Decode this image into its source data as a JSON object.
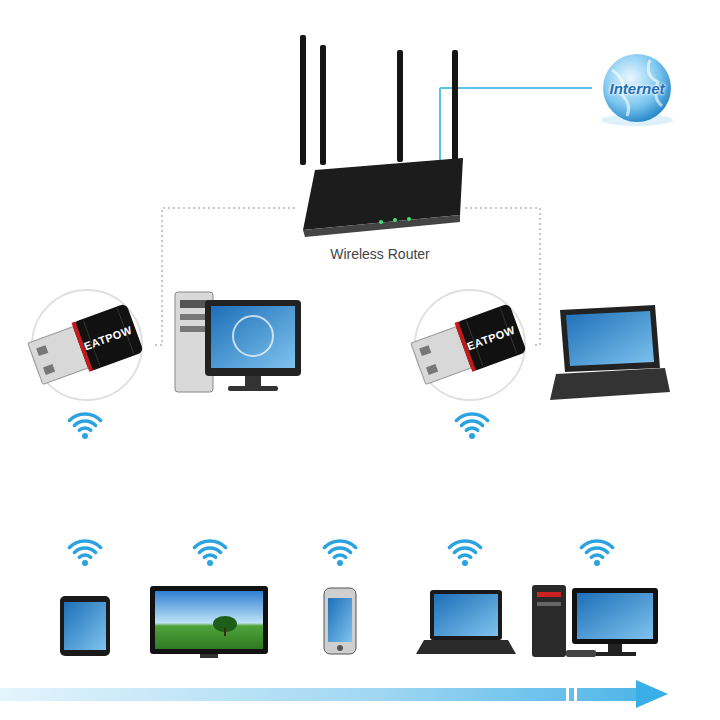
{
  "diagram": {
    "nodes": [
      {
        "text": [
          "Internet"
        ]
      },
      {
        "text": [
          "Wireless Router"
        ]
      },
      {
        "text": [
          "EATPOW"
        ]
      },
      {
        "text": [
          "EATPOW"
        ]
      }
    ],
    "edges": [
      {
        "from": 1,
        "to": 0,
        "arrow": "none"
      },
      {
        "from": 1,
        "to": 2,
        "arrow": "none"
      },
      {
        "from": 1,
        "to": 3,
        "arrow": "none"
      }
    ]
  }
}
